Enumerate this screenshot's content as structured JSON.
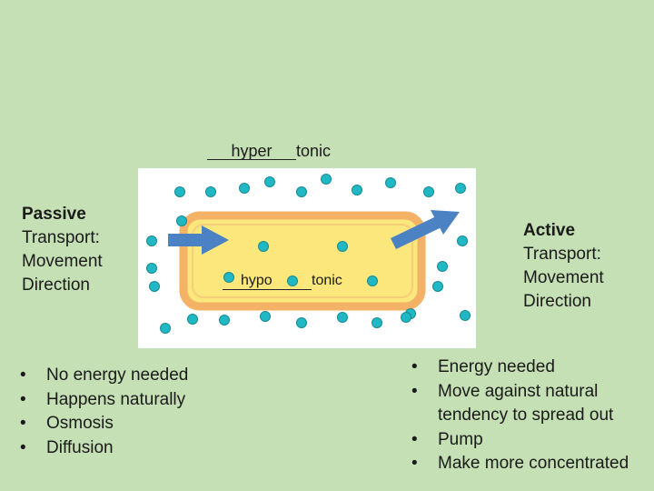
{
  "colors": {
    "background": "#c5e0b4",
    "diagram_bg": "#ffffff",
    "cell_fill": "#fbe77b",
    "cell_border": "#f4b266",
    "molecule": "#1fb8c4",
    "molecule_outline": "#178a92",
    "arrow": "#4a82c4"
  },
  "outer_label": {
    "blank": "hyper",
    "suffix": "tonic"
  },
  "inner_label": {
    "blank": "hypo",
    "suffix": "tonic"
  },
  "passive": {
    "title": "Passive",
    "lines": [
      "Transport:",
      "Movement",
      "Direction"
    ],
    "bullets": [
      "No energy needed",
      "Happens naturally",
      "Osmosis",
      "Diffusion"
    ]
  },
  "active": {
    "title": "Active",
    "lines": [
      "Transport:",
      "Movement",
      "Direction"
    ],
    "bullets": [
      "Energy needed",
      "Move against natural tendency to spread out",
      "Pump",
      "Make more concentrated"
    ]
  }
}
